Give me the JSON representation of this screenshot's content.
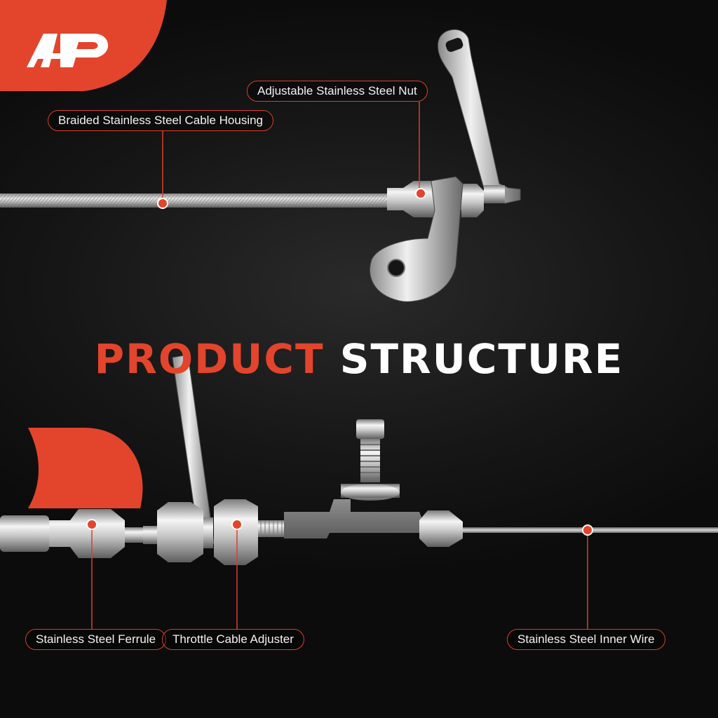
{
  "brand": {
    "logo_text": "AP",
    "accent_color": "#e2452c",
    "logo_icon": "ap-logo-icon"
  },
  "headline": {
    "word1": "PRODUCT",
    "word2": "STRUCTURE"
  },
  "callouts": {
    "housing": "Braided Stainless Steel Cable Housing",
    "nut": "Adjustable Stainless Steel Nut",
    "ferrule": "Stainless Steel Ferrule",
    "adjuster": "Throttle Cable Adjuster",
    "inner_wire": "Stainless Steel Inner Wire"
  },
  "colors": {
    "background": "#141414",
    "callout_border": "#d9402a",
    "marker": "#e2452c"
  }
}
